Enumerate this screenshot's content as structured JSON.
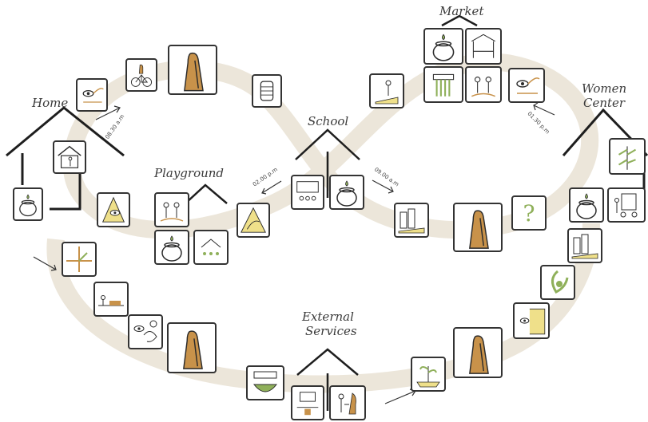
{
  "places": {
    "home": "Home",
    "playground": "Playground",
    "school": "School",
    "market": "Market",
    "women_center_line1": "Women",
    "women_center_line2": "Center",
    "external_line1": "External",
    "external_line2": "Services"
  },
  "times": {
    "t1": "08.30 a.m",
    "t2": "02.00 p.m",
    "t3": "09.00 a.m",
    "t4": "01.30 p.m"
  },
  "colors": {
    "path": "#ece6da",
    "ink": "#2b2b2b",
    "ochre": "#c8924a",
    "yellow": "#efe08a",
    "green": "#8fb05a"
  },
  "tiles": [
    {
      "name": "pot-tile",
      "icon": "pot-icon"
    },
    {
      "name": "house-person-tile",
      "icon": "person-in-house-icon"
    },
    {
      "name": "eye-walk-tile",
      "icon": "eye-path-icon"
    },
    {
      "name": "bicycle-tile",
      "icon": "bicycle-icon"
    },
    {
      "name": "woman-tile",
      "icon": "veiled-woman-icon"
    },
    {
      "name": "scroll-tile",
      "icon": "scroll-icon"
    },
    {
      "name": "eye-corner-tile",
      "icon": "eye-corner-icon"
    },
    {
      "name": "playground-people-tile",
      "icon": "people-icon"
    },
    {
      "name": "playground-pot-tile",
      "icon": "pot-icon"
    },
    {
      "name": "playground-group-tile",
      "icon": "group-icon"
    },
    {
      "name": "slide-tile",
      "icon": "slide-icon"
    },
    {
      "name": "school-class-tile",
      "icon": "classroom-icon"
    },
    {
      "name": "school-pot-tile",
      "icon": "pot-icon"
    },
    {
      "name": "school-exit-tile",
      "icon": "street-icon"
    },
    {
      "name": "road-woman-tile",
      "icon": "woman-road-icon"
    },
    {
      "name": "market-pot-tile",
      "icon": "pot-icon"
    },
    {
      "name": "market-stall-tile",
      "icon": "stall-icon"
    },
    {
      "name": "market-goods-tile",
      "icon": "goods-icon"
    },
    {
      "name": "market-people-tile",
      "icon": "people-icon"
    },
    {
      "name": "market-eye-tile",
      "icon": "eye-path-icon"
    },
    {
      "name": "women-woman-tile",
      "icon": "veiled-woman-icon"
    },
    {
      "name": "question-tile",
      "icon": "question-icon"
    },
    {
      "name": "women-tree-tile",
      "icon": "tree-icon"
    },
    {
      "name": "women-pot-tile",
      "icon": "pot-icon"
    },
    {
      "name": "women-cart-tile",
      "icon": "cart-icon"
    },
    {
      "name": "street-tile",
      "icon": "street-icon"
    },
    {
      "name": "recycle-tile",
      "icon": "recycle-icon"
    },
    {
      "name": "eye-shop-tile",
      "icon": "eye-shop-icon"
    },
    {
      "name": "woman-right-tile",
      "icon": "veiled-woman-icon"
    },
    {
      "name": "plant-tile",
      "icon": "plant-icon"
    },
    {
      "name": "ext-desk-tile",
      "icon": "desk-icon"
    },
    {
      "name": "ext-exchange-tile",
      "icon": "exchange-icon"
    },
    {
      "name": "basin-tile",
      "icon": "basin-icon"
    },
    {
      "name": "woman-left-tile",
      "icon": "veiled-woman-icon"
    },
    {
      "name": "eye-talk-tile",
      "icon": "eye-talk-icon"
    },
    {
      "name": "vendors-tile",
      "icon": "vendors-icon"
    },
    {
      "name": "compass-tile",
      "icon": "compass-icon"
    }
  ]
}
